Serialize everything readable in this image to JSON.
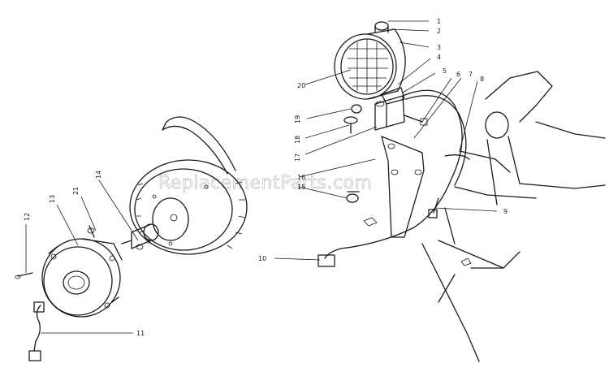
{
  "watermark": "ReplacementParts.com",
  "callouts": {
    "c1": "1",
    "c2": "2",
    "c3": "3",
    "c4": "4",
    "c5": "5",
    "c6": "6",
    "c7": "7",
    "c8": "8",
    "c9": "9",
    "c10": "10",
    "c11": "11",
    "c12": "12",
    "c13": "13",
    "c14": "14",
    "c15": "15",
    "c16": "16",
    "c17": "17",
    "c18": "18",
    "c19": "19",
    "c20": "20",
    "c21": "21"
  }
}
